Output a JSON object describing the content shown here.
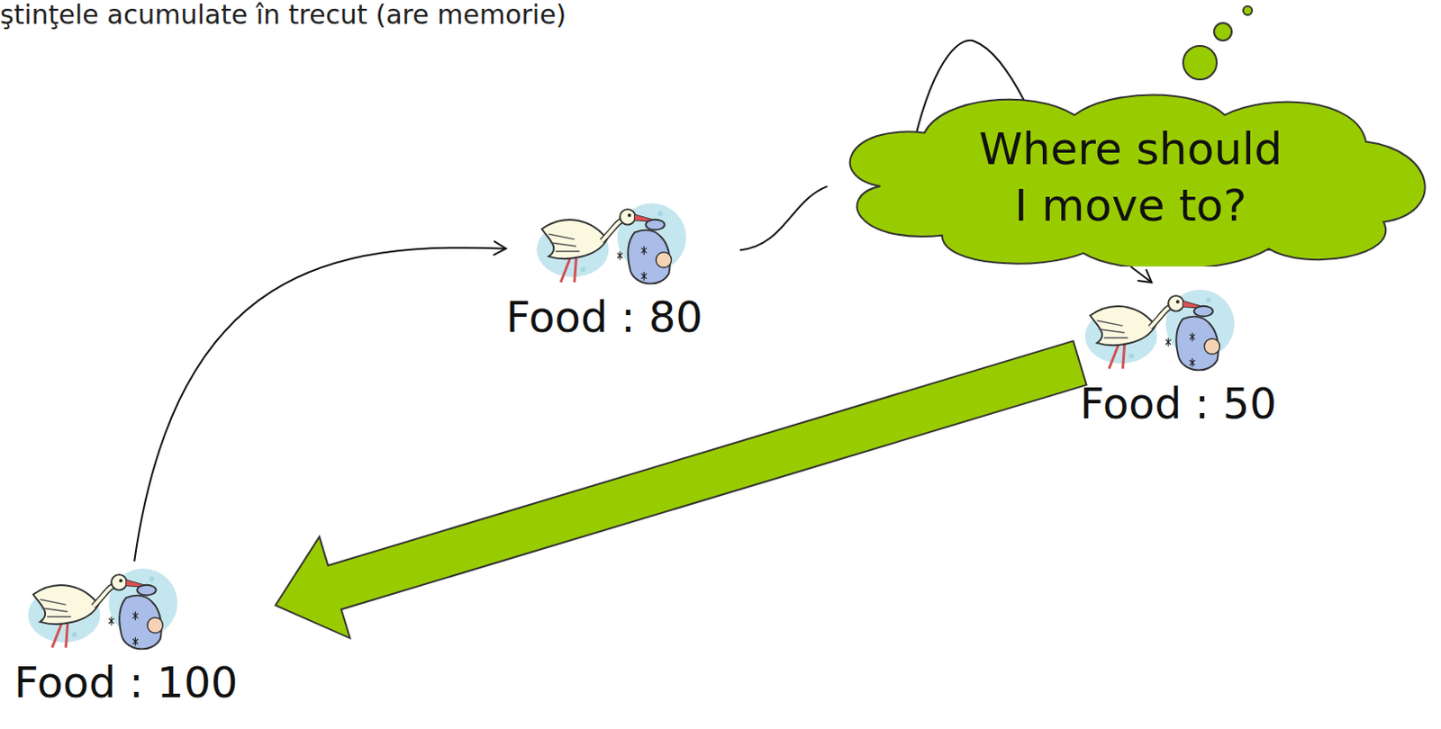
{
  "diagram": {
    "nodes": [
      {
        "text": [
          "Food : 100"
        ]
      },
      {
        "text": [
          "Food : 80"
        ]
      },
      {
        "text": [
          "Where should I move to?"
        ]
      },
      {
        "text": [
          "Food : 50"
        ]
      }
    ],
    "edges": [
      {
        "from": 0,
        "to": 1,
        "arrow": "to"
      },
      {
        "from": 1,
        "to": 2,
        "arrow": "none"
      },
      {
        "from": 2,
        "to": 3,
        "arrow": "to"
      },
      {
        "from": 3,
        "to": 0,
        "arrow": "to"
      }
    ],
    "labels": [
      "ştinţele acumulate în trecut (are memorie)"
    ]
  }
}
